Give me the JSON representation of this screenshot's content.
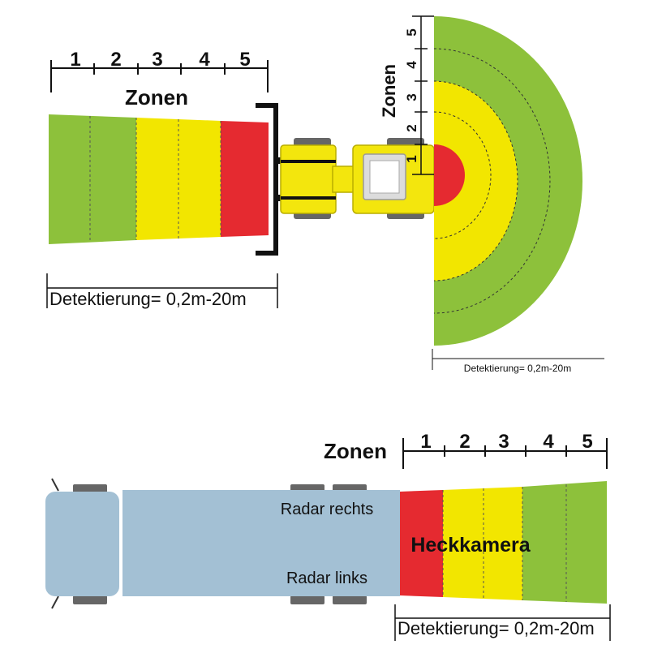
{
  "colors": {
    "green": "#8dc13b",
    "yellow": "#f2e600",
    "red": "#e52a30",
    "loader_yellow": "#f3e60d",
    "truck_blue": "#a3c0d4",
    "tire_grey": "#666666"
  },
  "icons": [
    "wheel-loader-icon",
    "truck-icon"
  ],
  "loader_front": {
    "zones_title": "Zonen",
    "zone_numbers": [
      "1",
      "2",
      "3",
      "4",
      "5"
    ],
    "detection_label": "Detektierung= 0,2m-20m"
  },
  "loader_rear": {
    "zones_title": "Zonen",
    "zone_numbers": [
      "5",
      "4",
      "3",
      "2",
      "1"
    ],
    "detection_label": "Detektierung= 0,2m-20m"
  },
  "truck": {
    "zones_title": "Zonen",
    "zone_numbers": [
      "1",
      "2",
      "3",
      "4",
      "5"
    ],
    "radar_right": "Radar rechts",
    "radar_left": "Radar links",
    "camera_label": "Heckkamera",
    "detection_label": "Detektierung= 0,2m-20m"
  }
}
